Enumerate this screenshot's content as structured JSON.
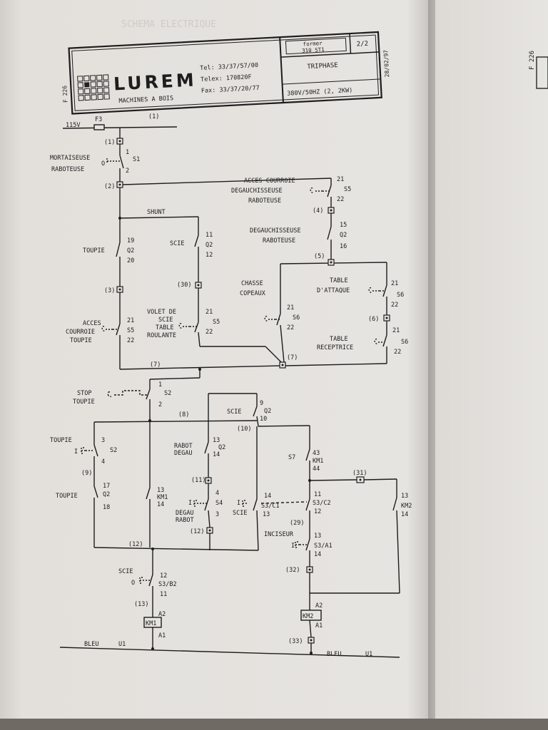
{
  "header": {
    "doc_code": "F 226",
    "brand": "LUREM",
    "subtitle": "MACHINES A BOIS",
    "tel": "Tel: 33/37/57/00",
    "telex": "Telex:    170820F",
    "fax": "Fax: 33/37/20/77",
    "former_label": "former",
    "former_ref": "310 ST1",
    "sheet": "2/2",
    "phase": "TRIPHASE",
    "spec": "380V/50HZ  (2, 2KW)",
    "date": "28/02/97",
    "faded_title": "SCHEMA ELECTRIQUE",
    "right_page_code": "F 226"
  },
  "labels": {
    "v115": "115V",
    "f3": "F3",
    "n1_top": "(1)",
    "n1": "(1)",
    "mortaiseuse": "MORTAISEUSE",
    "raboteuse": "RABOTEUSE",
    "o": "O",
    "s1_1": "1",
    "s1": "S1",
    "s1_2": "2",
    "n2": "(2)",
    "acces_courroie_1": "ACCES COURROIE",
    "acces_courroie_2": "DEGAUCHISSEUSE",
    "acces_courroie_3": "RABOTEUSE",
    "s5a_21": "21",
    "s5a": "S5",
    "s5a_22": "22",
    "n4": "(4)",
    "q2_15": "15",
    "degauch_1": "DEGAUCHISSEUSE",
    "degauch_2": "RABOTEUSE",
    "q2a": "Q2",
    "q2_16": "16",
    "n5": "(5)",
    "shunt": "SHUNT",
    "q2t_19": "19",
    "toupie_a": "TOUPIE",
    "q2t": "Q2",
    "q2t_20": "20",
    "q2s_11": "11",
    "scie_a": "SCIE",
    "q2s": "Q2",
    "q2s_12": "12",
    "n3": "(3)",
    "n30": "(30)",
    "chasse": "CHASSE",
    "copeaux": "COPEAUX",
    "table_att_1": "TABLE",
    "table_att_2": "D'ATTAQUE",
    "s6r_21": "21",
    "s6r": "S6",
    "s6r_22": "22",
    "acces_t1": "ACCES",
    "acces_t2": "COURROIE",
    "acces_t3": "TOUPIE",
    "s5t_21": "21",
    "s5t": "S5",
    "s5t_22": "22",
    "volet_1": "VOLET DE",
    "volet_2": "SCIE",
    "volet_3": "TABLE",
    "volet_4": "ROULANTE",
    "s5v_21": "21",
    "s5v": "S5",
    "s5v_22": "22",
    "s6c_21": "21",
    "s6c": "S6",
    "s6c_22": "22",
    "n6": "(6)",
    "s6b_21": "21",
    "table_rec_1": "TABLE",
    "table_rec_2": "RECEPTRICE",
    "s6b": "S6",
    "s6b_22": "22",
    "n7a": "(7)",
    "n7b": "(7)",
    "stop_1": "STOP",
    "stop_2": "TOUPIE",
    "s2_1": "1",
    "s2": "S2",
    "s2_2": "2",
    "n8": "(8)",
    "scie_b": "SCIE",
    "q2c_9": "9",
    "q2c": "Q2",
    "q2c_10": "10",
    "n10": "(10)",
    "toupie_b": "TOUPIE",
    "i_a": "I",
    "s2b_3": "3",
    "s2b": "S2",
    "s2b_4": "4",
    "rabot_1": "RABOT",
    "rabot_2": "DEGAU",
    "q2r_13": "13",
    "q2r": "Q2",
    "q2r_14": "14",
    "s7": "S7",
    "km1a_43": "43",
    "km1a": "KM1",
    "km1a_44": "44",
    "n9": "(9)",
    "n11": "(11)",
    "n31": "(31)",
    "toupie_c": "TOUPIE",
    "q2d_17": "17",
    "q2d": "Q2",
    "q2d_18": "18",
    "km1b_13": "13",
    "km1b": "KM1",
    "km1b_14": "14",
    "i_b": "I",
    "s4_4": "4",
    "s4": "S4",
    "s4_3": "3",
    "degau_1": "DEGAU",
    "degau_2": "RABOT",
    "i_c": "I",
    "scie_c": "SCIE",
    "s3c1_14": "14",
    "s3c1": "S3/C1",
    "s3c1_13": "13",
    "s3c2_11": "11",
    "s3c2": "S3/C2",
    "s3c2_12": "12",
    "km2_13": "13",
    "km2": "KM2",
    "km2_14": "14",
    "n12a": "(12)",
    "n12b": "(12)",
    "n29": "(29)",
    "inciseur": "INCISEUR",
    "s3a1_13": "13",
    "i_d": "I",
    "s3a1": "S3/A1",
    "s3a1_14": "14",
    "scie_d": "SCIE",
    "s3b2_12": "12",
    "o_b": "O",
    "s3b2": "S3/B2",
    "s3b2_11": "11",
    "n32": "(32)",
    "n13": "(13)",
    "coil1_a2": "A2",
    "coil1": "KM1",
    "coil1_a1": "A1",
    "coil2_a2": "A2",
    "coil2": "KM2",
    "coil2_a1": "A1",
    "n33": "(33)",
    "bleu_a": "BLEU",
    "u1_a": "U1",
    "bleu_b": "BLEU",
    "u1_b": "U1"
  }
}
